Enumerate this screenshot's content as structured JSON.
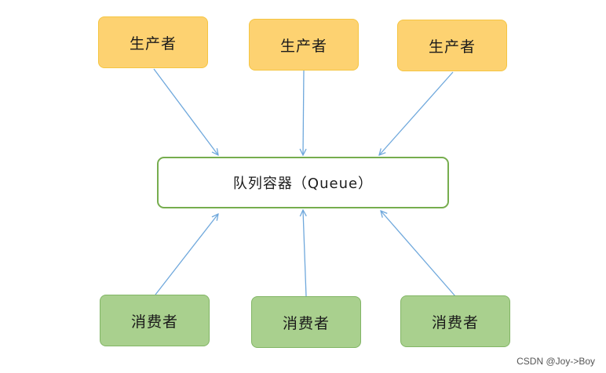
{
  "diagram": {
    "producers": [
      {
        "label": "生产者"
      },
      {
        "label": "生产者"
      },
      {
        "label": "生产者"
      }
    ],
    "queue": {
      "label": "队列容器（Queue）"
    },
    "consumers": [
      {
        "label": "消费者"
      },
      {
        "label": "消费者"
      },
      {
        "label": "消费者"
      }
    ],
    "edges": [
      {
        "from": "producer-1",
        "to": "queue"
      },
      {
        "from": "producer-2",
        "to": "queue"
      },
      {
        "from": "producer-3",
        "to": "queue"
      },
      {
        "from": "consumer-1",
        "to": "queue"
      },
      {
        "from": "consumer-2",
        "to": "queue"
      },
      {
        "from": "consumer-3",
        "to": "queue"
      }
    ]
  },
  "colors": {
    "producer_fill": "#fdd271",
    "consumer_fill": "#a9d08e",
    "queue_border": "#76ad4e",
    "arrow": "#6fa8dc"
  },
  "watermark": "CSDN @Joy->Boy"
}
